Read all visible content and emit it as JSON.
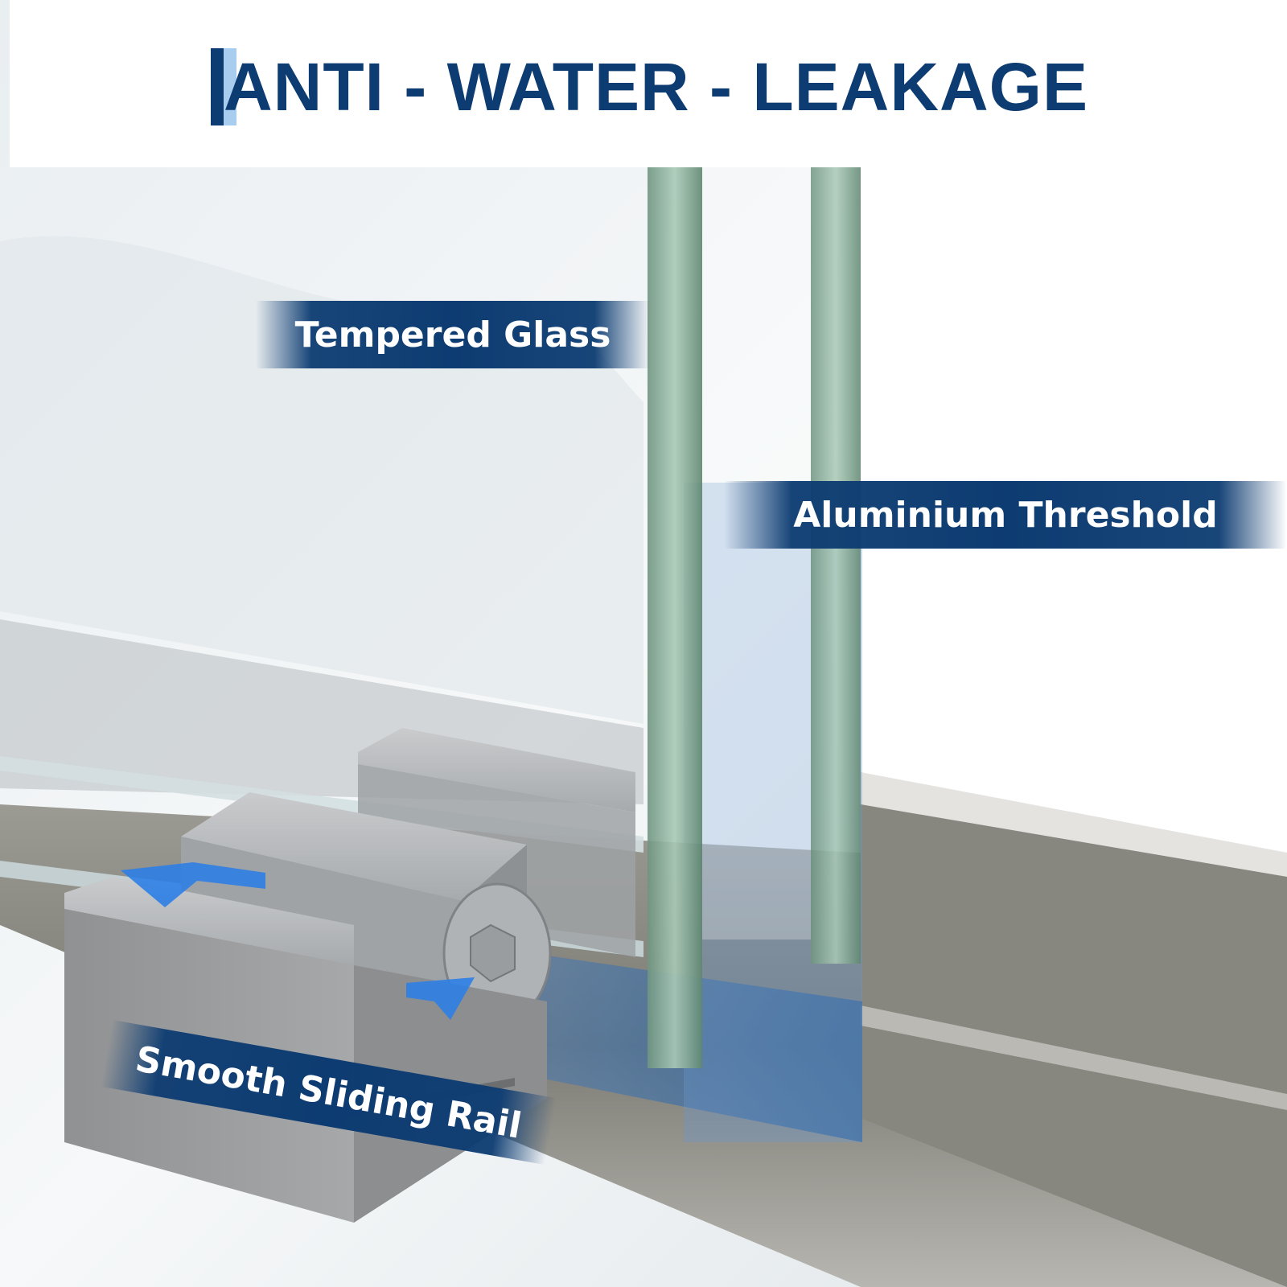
{
  "header": {
    "title": "ANTI - WATER - LEAKAGE"
  },
  "labels": {
    "tempered_glass": "Tempered Glass",
    "aluminium_threshold": "Aluminium Threshold",
    "smooth_sliding_rail": "Smooth Sliding Rail"
  },
  "colors": {
    "brand_navy": "#0d3c72",
    "accent_light_blue": "#a8cdee",
    "arrow_blue": "#2e7fe6"
  }
}
